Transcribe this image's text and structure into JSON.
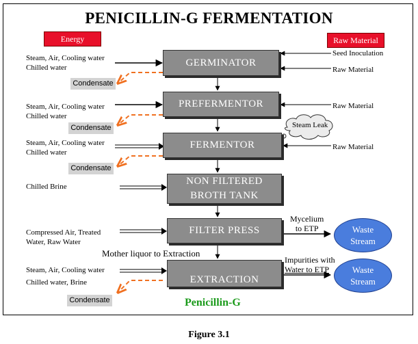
{
  "title": "PENICILLIN-G FERMENTATION",
  "energy_label": "Energy",
  "raw_material_label": "Raw Material",
  "units": {
    "germinator": "GERMINATOR",
    "prefermentor": "PREFERMENTOR",
    "fermentor": "FERMENTOR",
    "broth_line1": "NON FILTERED",
    "broth_line2": "BROTH TANK",
    "filter_press": "FILTER PRESS",
    "extraction": "EXTRACTION"
  },
  "energy_inputs": {
    "germinator_1": "Steam, Air, Cooling water",
    "germinator_2": "Chilled water",
    "prefermentor_1": "Steam, Air, Cooling water",
    "prefermentor_2": "Chilled water",
    "fermentor_1": "Steam, Air, Cooling water",
    "fermentor_2": "Chilled water",
    "broth": "Chilled Brine",
    "filter_1": "Compressed Air, Treated",
    "filter_2": "Water, Raw Water",
    "extraction_1": "Steam, Air, Cooling water",
    "extraction_2": "Chilled water, Brine"
  },
  "condensate": "Condensate",
  "raw_inputs": {
    "seed": "Seed Inoculation",
    "raw1": "Raw Material",
    "raw2": "Raw Material",
    "raw3": "Raw Material"
  },
  "steam_leak": "Steam Leak",
  "mycelium_1": "Mycelium",
  "mycelium_2": "to ETP",
  "impurities_1": "Impurities with",
  "impurities_2": "Water to ETP",
  "waste_1": "Waste",
  "waste_2": "Stream",
  "mother_liquor": "Mother liquor to Extraction",
  "product": "Penicillin-G",
  "caption": "Figure 3.1",
  "colors": {
    "tag": "#e8102a",
    "box": "#8c8c8c",
    "waste": "#4a7ddd",
    "product": "#1a9a1a",
    "condensate_arrow": "#f07020"
  }
}
